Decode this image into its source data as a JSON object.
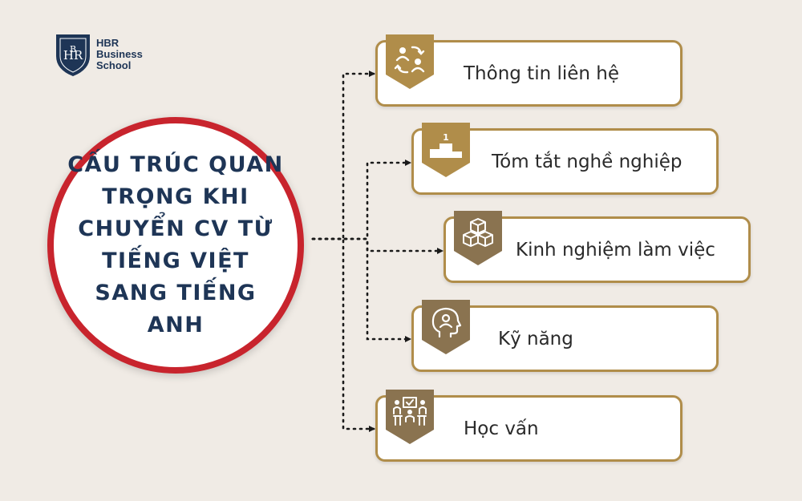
{
  "logo": {
    "line1": "HBR",
    "line2": "Business",
    "line3": "School"
  },
  "center": {
    "title": "CẤU TRÚC QUAN TRỌNG KHI CHUYỂN CV TỪ TIẾNG VIỆT SANG TIẾNG ANH"
  },
  "items": [
    {
      "label": "Thông tin liên hệ",
      "icon": "contact-exchange-icon",
      "badge_color": "#b08d4a"
    },
    {
      "label": "Tóm tắt nghề nghiệp",
      "icon": "podium-icon",
      "badge_color": "#b08d4a"
    },
    {
      "label": "Kinh nghiệm làm việc",
      "icon": "cubes-icon",
      "badge_color": "#8a7350"
    },
    {
      "label": "Kỹ năng",
      "icon": "head-person-icon",
      "badge_color": "#8a7350"
    },
    {
      "label": "Học vấn",
      "icon": "team-presentation-icon",
      "badge_color": "#8a7350"
    }
  ],
  "colors": {
    "background": "#f0ebe5",
    "circle_border": "#c8242d",
    "title_text": "#1e3556",
    "card_border": "#b08d4a",
    "connector": "#1a1a1a"
  }
}
